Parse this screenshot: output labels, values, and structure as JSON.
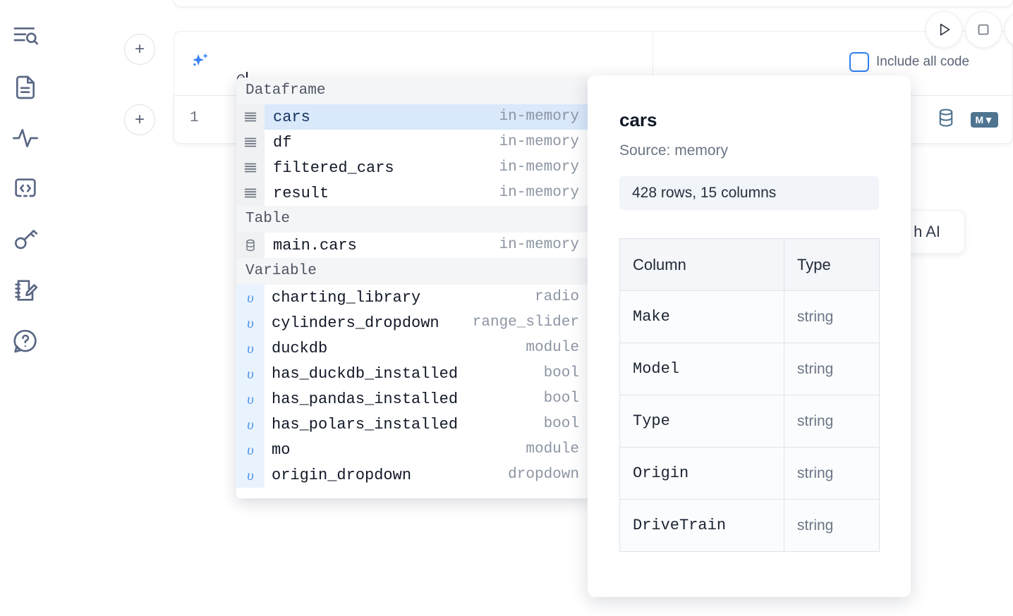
{
  "sidebar": {
    "items": [
      {
        "name": "explorer-search-icon",
        "label": "Explore"
      },
      {
        "name": "file-icon",
        "label": "Files"
      },
      {
        "name": "activity-icon",
        "label": "Variables"
      },
      {
        "name": "code-brackets-icon",
        "label": "Snippets"
      },
      {
        "name": "key-icon",
        "label": "Secrets"
      },
      {
        "name": "notebook-edit-icon",
        "label": "Scratchpad"
      },
      {
        "name": "help-chat-icon",
        "label": "Help"
      }
    ]
  },
  "toolbar": {
    "run_label": "Run",
    "stop_label": "Stop",
    "add_cell_label": "+"
  },
  "ai_bar": {
    "input_value": "@",
    "include_all_code_label": "Include all code",
    "include_all_code_checked": false,
    "sparkle_icon": "sparkles-icon"
  },
  "code_cell": {
    "line_number": "1",
    "db_icon": "database-icon",
    "markdown_icon": "markdown-icon"
  },
  "ghost_button": {
    "label": "h AI"
  },
  "autocomplete": {
    "sections": [
      {
        "title": "Dataframe",
        "items": [
          {
            "icon": "dataframe-icon",
            "name": "cars",
            "meta": "in-memory",
            "selected": true
          },
          {
            "icon": "dataframe-icon",
            "name": "df",
            "meta": "in-memory",
            "selected": false
          },
          {
            "icon": "dataframe-icon",
            "name": "filtered_cars",
            "meta": "in-memory",
            "selected": false
          },
          {
            "icon": "dataframe-icon",
            "name": "result",
            "meta": "in-memory",
            "selected": false
          }
        ]
      },
      {
        "title": "Table",
        "items": [
          {
            "icon": "table-icon",
            "name": "main.cars",
            "meta": "in-memory",
            "selected": false
          }
        ]
      },
      {
        "title": "Variable",
        "items": [
          {
            "icon": "variable-icon",
            "name": "charting_library",
            "meta": "radio",
            "selected": false
          },
          {
            "icon": "variable-icon",
            "name": "cylinders_dropdown",
            "meta": "range_slider",
            "selected": false
          },
          {
            "icon": "variable-icon",
            "name": "duckdb",
            "meta": "module",
            "selected": false
          },
          {
            "icon": "variable-icon",
            "name": "has_duckdb_installed",
            "meta": "bool",
            "selected": false
          },
          {
            "icon": "variable-icon",
            "name": "has_pandas_installed",
            "meta": "bool",
            "selected": false
          },
          {
            "icon": "variable-icon",
            "name": "has_polars_installed",
            "meta": "bool",
            "selected": false
          },
          {
            "icon": "variable-icon",
            "name": "mo",
            "meta": "module",
            "selected": false
          },
          {
            "icon": "variable-icon",
            "name": "origin_dropdown",
            "meta": "dropdown",
            "selected": false
          }
        ]
      }
    ]
  },
  "info_panel": {
    "title": "cars",
    "source": "Source: memory",
    "shape": "428 rows, 15 columns",
    "table": {
      "headers": [
        "Column",
        "Type"
      ],
      "rows": [
        [
          "Make",
          "string"
        ],
        [
          "Model",
          "string"
        ],
        [
          "Type",
          "string"
        ],
        [
          "Origin",
          "string"
        ],
        [
          "DriveTrain",
          "string"
        ]
      ]
    }
  },
  "colors": {
    "accent": "#3b82f6",
    "selected_row": "#d9e8fb",
    "icon_rail": "#5a6784",
    "db_icon": "#4e7490"
  }
}
